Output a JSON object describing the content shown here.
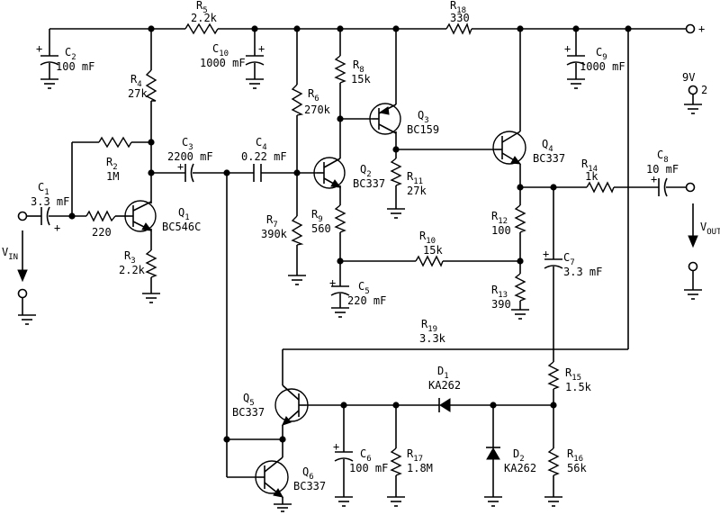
{
  "components": {
    "R5": {
      "ref": "R",
      "sub": "5",
      "value": "2.2k"
    },
    "R18": {
      "ref": "R",
      "sub": "18",
      "value": "330"
    },
    "C2": {
      "ref": "C",
      "sub": "2",
      "value": "100 mF"
    },
    "C10": {
      "ref": "C",
      "sub": "10",
      "value": "1000 mF"
    },
    "C9": {
      "ref": "C",
      "sub": "9",
      "value": "1000 mF"
    },
    "R4": {
      "ref": "R",
      "sub": "4",
      "value": "27k"
    },
    "R8": {
      "ref": "R",
      "sub": "8",
      "value": "15k"
    },
    "R6": {
      "ref": "R",
      "sub": "6",
      "value": "270k"
    },
    "Q3": {
      "ref": "Q",
      "sub": "3",
      "value": "BC159"
    },
    "Q4": {
      "ref": "Q",
      "sub": "4",
      "value": "BC337"
    },
    "R2": {
      "ref": "R",
      "sub": "2",
      "value": "1M"
    },
    "C3": {
      "ref": "C",
      "sub": "3",
      "value": "2200 mF"
    },
    "C4": {
      "ref": "C",
      "sub": "4",
      "value": "0.22 mF"
    },
    "Q2": {
      "ref": "Q",
      "sub": "2",
      "value": "BC337"
    },
    "R11": {
      "ref": "R",
      "sub": "11",
      "value": "27k"
    },
    "R14": {
      "ref": "R",
      "sub": "14",
      "value": "1k"
    },
    "C8": {
      "ref": "C",
      "sub": "8",
      "value": "10 mF"
    },
    "C1": {
      "ref": "C",
      "sub": "1",
      "value": "3.3 mF"
    },
    "Q1": {
      "ref": "Q",
      "sub": "1",
      "value": "BC546C"
    },
    "R1": {
      "value": "220"
    },
    "R3": {
      "ref": "R",
      "sub": "3",
      "value": "2.2k"
    },
    "R7": {
      "ref": "R",
      "sub": "7",
      "value": "390k"
    },
    "R9": {
      "ref": "R",
      "sub": "9",
      "value": "560"
    },
    "R12": {
      "ref": "R",
      "sub": "12",
      "value": "100"
    },
    "R10": {
      "ref": "R",
      "sub": "10",
      "value": "15k"
    },
    "C7": {
      "ref": "C",
      "sub": "7",
      "value": "3.3 mF"
    },
    "C5": {
      "ref": "C",
      "sub": "5",
      "value": "220 mF"
    },
    "R13": {
      "ref": "R",
      "sub": "13",
      "value": "390"
    },
    "R19": {
      "ref": "R",
      "sub": "19",
      "value": "3.3k"
    },
    "D1": {
      "ref": "D",
      "sub": "1",
      "value": "KA262"
    },
    "R15": {
      "ref": "R",
      "sub": "15",
      "value": "1.5k"
    },
    "Q5": {
      "ref": "Q",
      "sub": "5",
      "value": "BC337"
    },
    "C6": {
      "ref": "C",
      "sub": "6",
      "value": "100 mF"
    },
    "R17": {
      "ref": "R",
      "sub": "17",
      "value": "1.8M"
    },
    "D2": {
      "ref": "D",
      "sub": "2",
      "value": "KA262"
    },
    "R16": {
      "ref": "R",
      "sub": "16",
      "value": "56k"
    },
    "Q6": {
      "ref": "Q",
      "sub": "6",
      "value": "BC337"
    }
  },
  "supply": {
    "voltage": "9V",
    "plus": "+",
    "pin": "2"
  },
  "io": {
    "vin": {
      "base": "V",
      "sub": "IN"
    },
    "vout": {
      "base": "V",
      "sub": "OUT"
    }
  },
  "polarity": "+"
}
